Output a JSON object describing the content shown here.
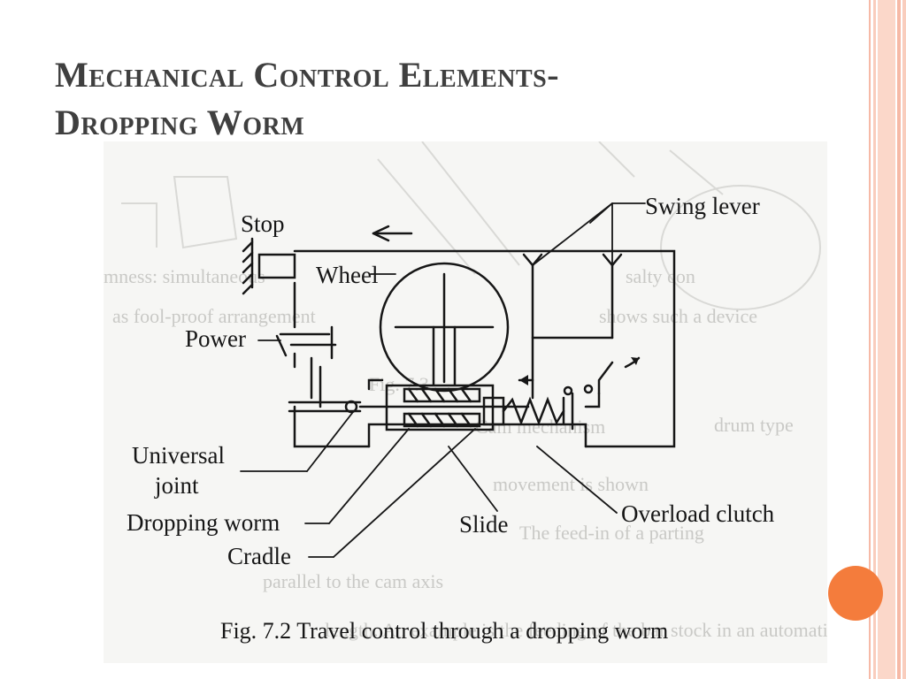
{
  "slide": {
    "title_line1": "Mechanical Control Elements-",
    "title_line2": "Dropping Worm"
  },
  "figure": {
    "labels": {
      "stop": "Stop",
      "wheel": "Wheel",
      "power": "Power",
      "universal": "Universal",
      "joint": "joint",
      "dropping_worm": "Dropping worm",
      "cradle": "Cradle",
      "slide": "Slide",
      "overload_clutch": "Overload clutch",
      "swing_lever": "Swing lever"
    },
    "caption": "Fig. 7.2 Travel control through a dropping worm"
  },
  "colors": {
    "title": "#3f3f3f",
    "accent_orange": "#f47c3c",
    "accent_pink": "#fbd7c9",
    "accent_pink_dark": "#f6b9a6",
    "ink": "#161616"
  }
}
